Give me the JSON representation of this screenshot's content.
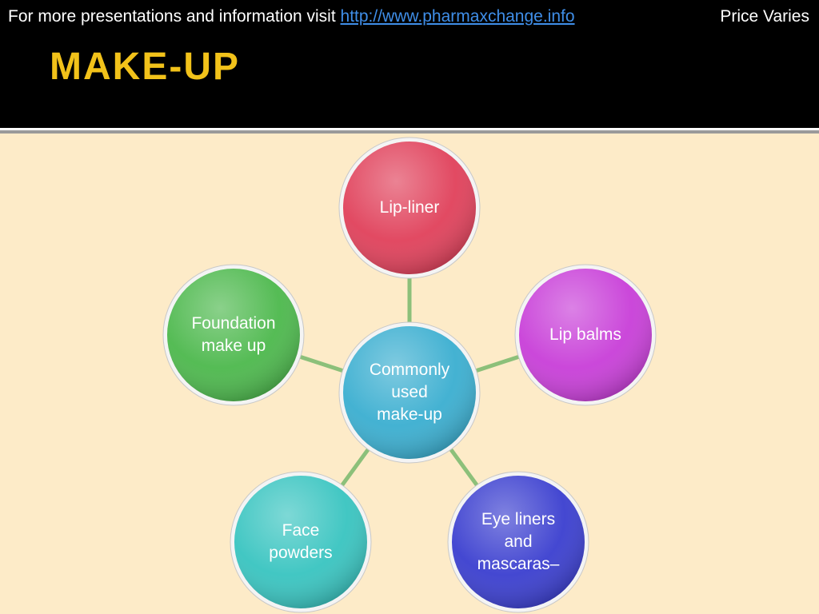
{
  "header": {
    "info_text": "For more presentations and information visit ",
    "link_text": "http://www.pharmaxchange.info",
    "price_text": "Price Varies"
  },
  "title": "MAKE-UP",
  "diagram": {
    "center": {
      "label": "Commonly\nused\nmake-up",
      "color": "#3aaed0"
    },
    "nodes": [
      {
        "label": "Lip-liner",
        "color": "#e0405a"
      },
      {
        "label": "Lip balms",
        "color": "#c83ed8"
      },
      {
        "label": "Eye liners\nand\nmascaras–",
        "color": "#3a3ecf"
      },
      {
        "label": "Face\npowders",
        "color": "#38c4c0"
      },
      {
        "label": "Foundation\nmake up",
        "color": "#4cb84c"
      }
    ]
  }
}
